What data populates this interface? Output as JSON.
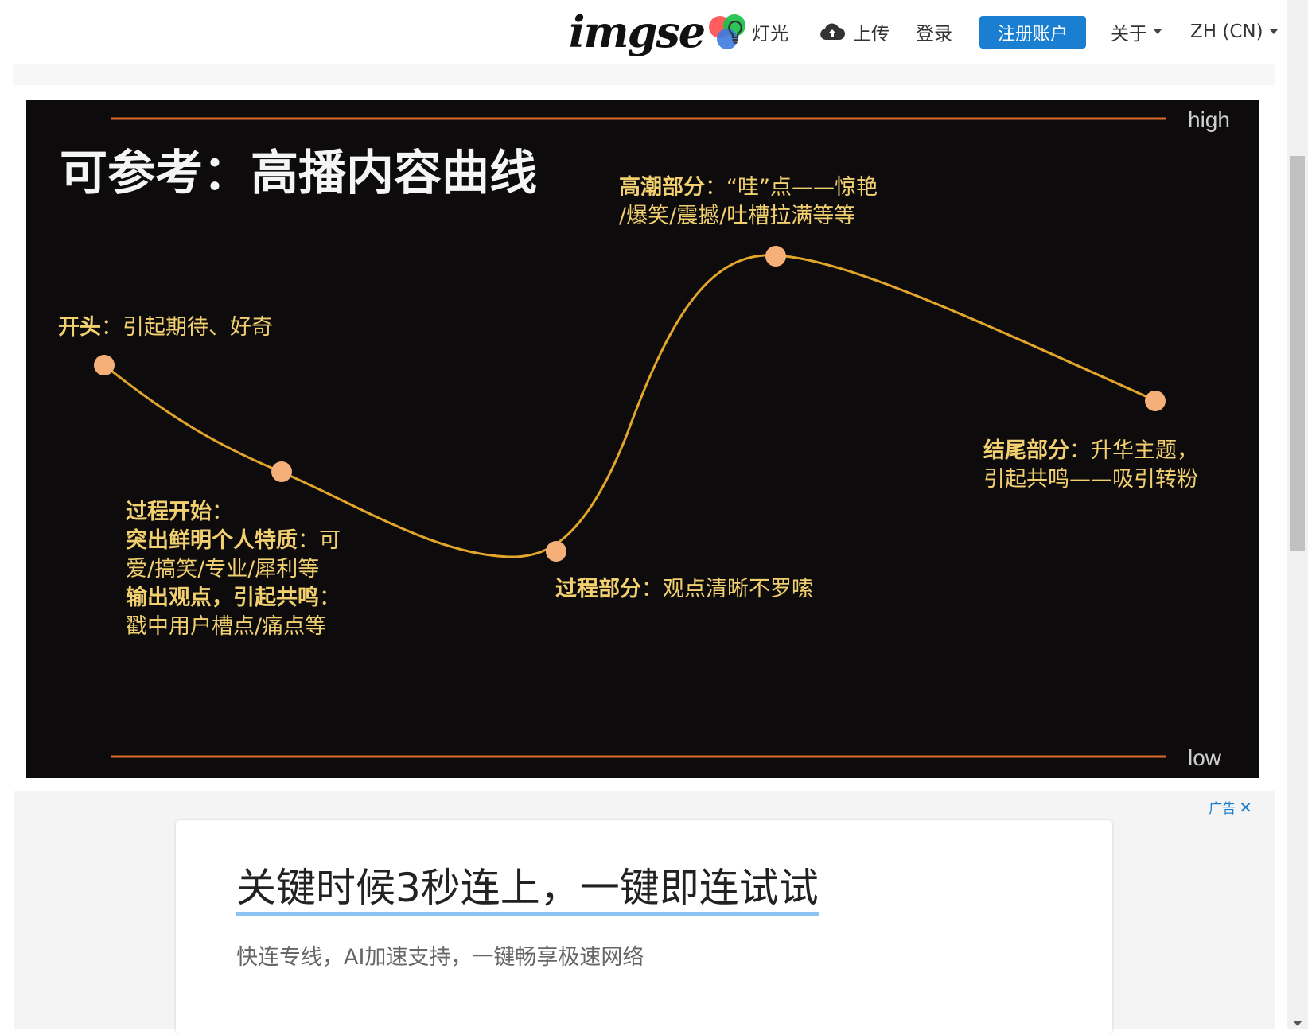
{
  "header": {
    "logo_text": "imgse",
    "light_label": "灯光",
    "upload_label": "上传",
    "login_label": "登录",
    "register_label": "注册账户",
    "about_label": "关于",
    "lang_label": "ZH (CN)"
  },
  "image": {
    "title": "可参考：高播内容曲线",
    "high_label": "high",
    "low_label": "low",
    "points": [
      {
        "bold": "开头",
        "text": "：引起期待、好奇"
      },
      {
        "lines": [
          {
            "bold": "过程开始",
            "text": "："
          },
          {
            "bold": "突出鲜明个人特质",
            "text": "：可"
          },
          {
            "bold": "",
            "text": "爱/搞笑/专业/犀利等"
          },
          {
            "bold": "输出观点，引起共鸣",
            "text": "："
          },
          {
            "bold": "",
            "text": "戳中用户槽点/痛点等"
          }
        ]
      },
      {
        "bold": "过程部分",
        "text": "：观点清晰不罗嗦"
      },
      {
        "lines": [
          {
            "bold": "高潮部分",
            "text": "：“哇”点——惊艳"
          },
          {
            "bold": "",
            "text": "/爆笑/震撼/吐槽拉满等等"
          }
        ]
      },
      {
        "lines": [
          {
            "bold": "结尾部分",
            "text": "：升华主题，"
          },
          {
            "bold": "",
            "text": "引起共鸣——吸引转粉"
          }
        ]
      }
    ],
    "colors": {
      "background": "#0d0b0c",
      "curve": "#e3a52a",
      "dot": "#f5b07a",
      "rule": "#d96a2a",
      "label": "#f2d070",
      "title": "#f5f5f5"
    }
  },
  "ad": {
    "label": "广告",
    "close": "✕",
    "title": "关键时候3秒连上，一键即连试试",
    "subtitle": "快连专线，AI加速支持，一键畅享极速网络"
  }
}
